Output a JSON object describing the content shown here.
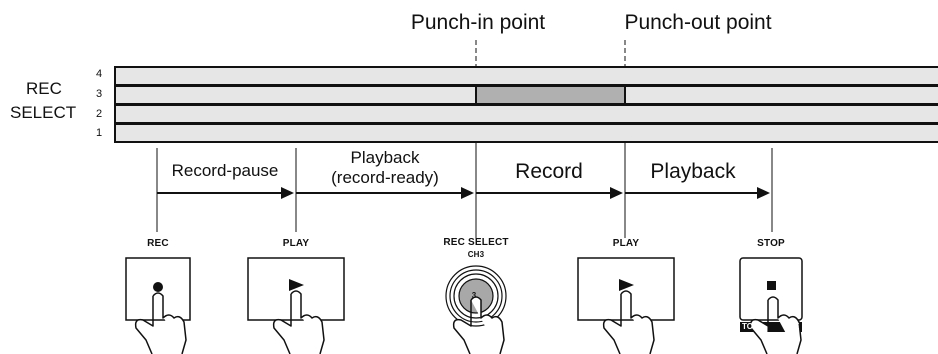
{
  "markers": {
    "punch_in": "Punch-in point",
    "punch_out": "Punch-out point"
  },
  "tracks": {
    "label_line1": "REC",
    "label_line2": "SELECT",
    "numbers": [
      "4",
      "3",
      "2",
      "1"
    ],
    "highlighted_track": "3"
  },
  "segments": {
    "record_pause": "Record-pause",
    "playback_ready_line1": "Playback",
    "playback_ready_line2": "(record-ready)",
    "record": "Record",
    "playback": "Playback"
  },
  "buttons": {
    "rec": {
      "label": "REC"
    },
    "play1": {
      "label": "PLAY"
    },
    "rec_select": {
      "label": "REC SELECT",
      "sublabel": "CH3",
      "knob_text": "3"
    },
    "play2": {
      "label": "PLAY"
    },
    "stop": {
      "label": "STOP",
      "partial_text_left": "TO",
      "partial_text_right": "E"
    }
  },
  "colors": {
    "track_fill": "#e6e6e6",
    "punch_region": "#b0b0b0",
    "line": "#111111",
    "knob": "#a8a8a8"
  }
}
